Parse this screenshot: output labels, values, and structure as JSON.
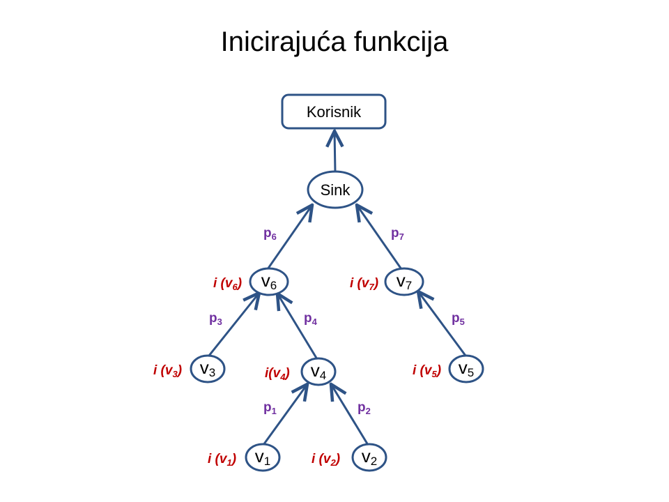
{
  "title": "Inicirajuća funkcija",
  "colors": {
    "node_stroke": "#2e5386",
    "edge": "#2e5386",
    "p_label": "#7030a0",
    "i_label": "#c00000"
  },
  "nodes": {
    "root": "Korisnik",
    "sink": "Sink",
    "v6": {
      "base": "v",
      "sub": "6"
    },
    "v7": {
      "base": "v",
      "sub": "7"
    },
    "v3": {
      "base": "v",
      "sub": "3"
    },
    "v4": {
      "base": "v",
      "sub": "4"
    },
    "v5": {
      "base": "v",
      "sub": "5"
    },
    "v1": {
      "base": "v",
      "sub": "1"
    },
    "v2": {
      "base": "v",
      "sub": "2"
    }
  },
  "edge_labels": {
    "p6": {
      "base": "p",
      "sub": "6"
    },
    "p7": {
      "base": "p",
      "sub": "7"
    },
    "p3": {
      "base": "p",
      "sub": "3"
    },
    "p4": {
      "base": "p",
      "sub": "4"
    },
    "p5": {
      "base": "p",
      "sub": "5"
    },
    "p1": {
      "base": "p",
      "sub": "1"
    },
    "p2": {
      "base": "p",
      "sub": "2"
    }
  },
  "i_labels": {
    "v6": {
      "pre": "i (",
      "base": "v",
      "sub": "6",
      "post": ")"
    },
    "v7": {
      "pre": "i (",
      "base": "v",
      "sub": "7",
      "post": ")"
    },
    "v3": {
      "pre": "i (",
      "base": "v",
      "sub": "3",
      "post": ")"
    },
    "v4": {
      "pre": "i(",
      "base": "v",
      "sub": "4",
      "post": ")"
    },
    "v5": {
      "pre": "i (",
      "base": "v",
      "sub": "5",
      "post": ")"
    },
    "v1": {
      "pre": "i (",
      "base": "v",
      "sub": "1",
      "post": ")"
    },
    "v2": {
      "pre": "i (",
      "base": "v",
      "sub": "2",
      "post": ")"
    }
  }
}
